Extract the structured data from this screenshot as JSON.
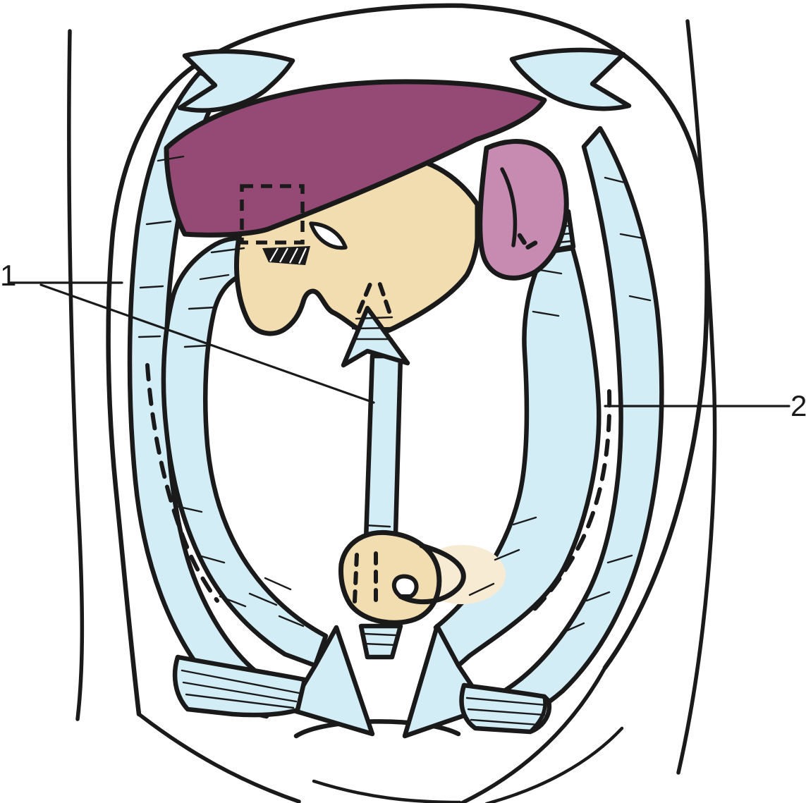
{
  "figure": {
    "type": "anatomical-line-illustration",
    "subject": "abdominal peritoneal fluid circulation pathways (frontal view)",
    "labels": {
      "one": "1",
      "two": "2"
    },
    "colors": {
      "outline": "#1a1a1a",
      "liver": "#944a74",
      "spleen": "#c78ab1",
      "organ_tan": "#f2ddb0",
      "organ_tan_light": "#f7ecd3",
      "flow_blue": "#d3edf6",
      "background": "#ffffff"
    }
  }
}
